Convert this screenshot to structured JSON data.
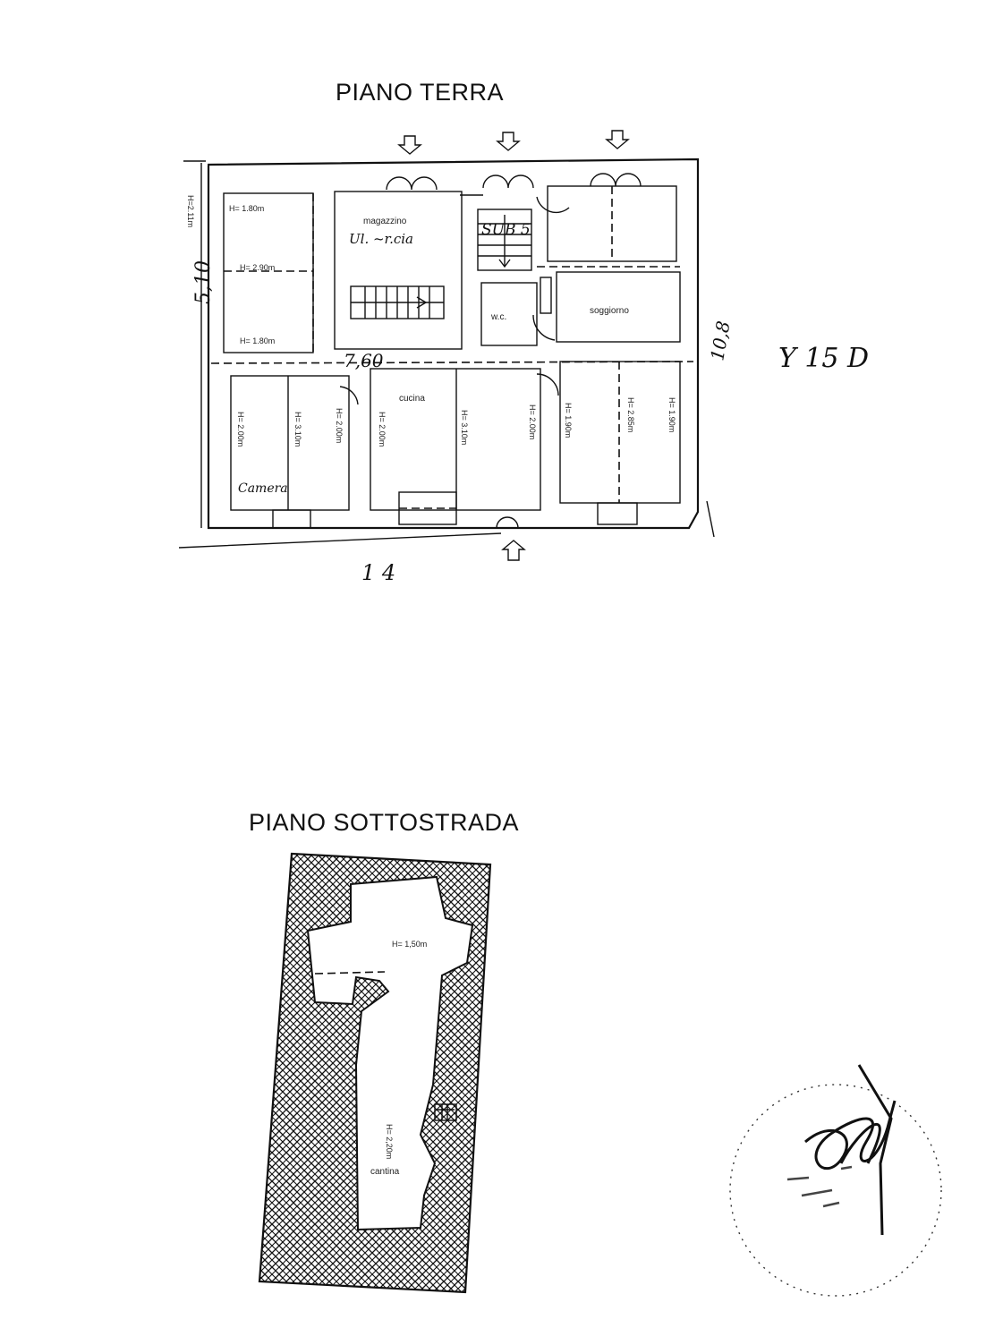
{
  "ground_floor": {
    "title": "PIANO TERRA",
    "rooms": {
      "magazzino": "magazzino",
      "sub": "SUB 5",
      "wc": "w.c.",
      "soggiorno": "soggiorno",
      "cucina": "cucina"
    },
    "heights": {
      "h211": "H=2.11m",
      "h180a": "H= 1.80m",
      "h290": "H= 2.90m",
      "h180b": "H= 1.80m",
      "h200a": "H= 2.00m",
      "h310a": "H= 3.10m",
      "h200b": "H= 2.00m",
      "h200c": "H= 2.00m",
      "h310b": "H= 3.10m",
      "h200d": "H= 2.00m",
      "h190a": "H= 1.90m",
      "h285": "H= 2.85m",
      "h190b": "H= 1.90m"
    },
    "handwritten": {
      "dim_510": "5,10",
      "dim_760": "7,60",
      "dim_108": "10,8",
      "dim_14": "1 4",
      "ref": "Y 15 D",
      "magazzino_note": "Ul. ~r.cia",
      "camera_note": "Camera"
    }
  },
  "basement": {
    "title": "PIANO SOTTOSTRADA",
    "h150": "H= 1,50m",
    "h220": "H= 2,20m",
    "cantina": "cantina"
  },
  "colors": {
    "ink": "#111111",
    "paper": "#ffffff"
  },
  "icons": [
    "entrance-arrow-icon",
    "stamp-seal",
    "signature"
  ]
}
